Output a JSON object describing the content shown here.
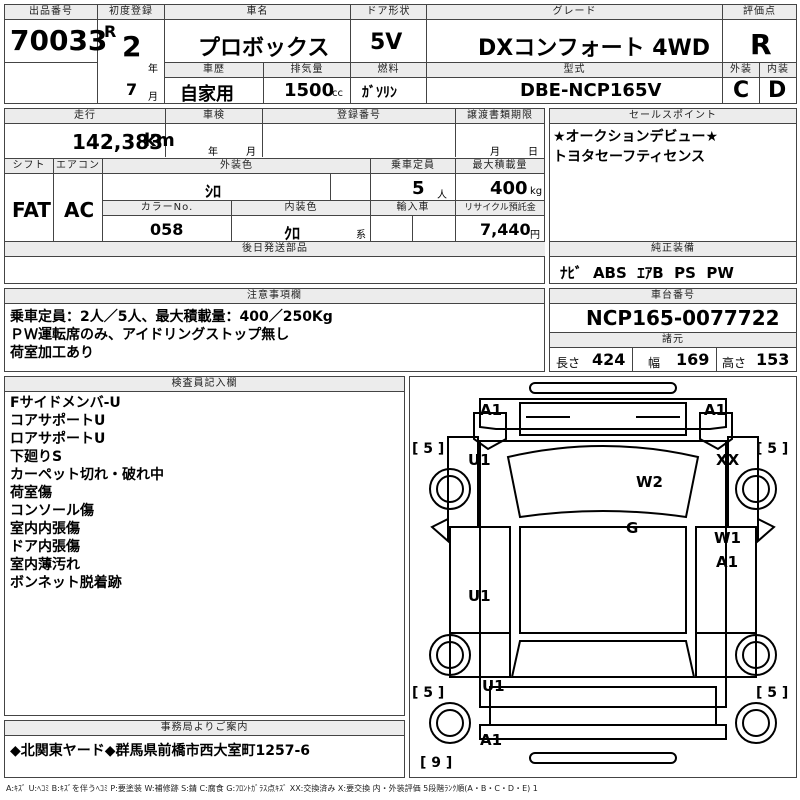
{
  "header": {
    "lot_label": "出品番号",
    "lot_no": "70033",
    "first_reg_label": "初度登録",
    "era": "R",
    "year_num": "2",
    "year_unit": "年",
    "month_num": "7",
    "month_unit": "月",
    "name_label": "車名",
    "car_name": "プロボックス",
    "door_label": "ドア形状",
    "door": "5V",
    "grade_label": "グレード",
    "grade": "DXコンフォート 4WD",
    "score_label": "評価点",
    "score": "R",
    "history_label": "車歴",
    "history": "自家用",
    "displacement_label": "排気量",
    "displacement": "1500",
    "displacement_unit": "cc",
    "fuel_label": "燃料",
    "fuel": "ｶﾞｿﾘﾝ",
    "model_label": "型式",
    "model": "DBE-NCP165V",
    "exterior_label": "外装",
    "exterior": "C",
    "interior_label": "内装",
    "interior": "D"
  },
  "row2": {
    "mileage_label": "走行",
    "mileage": "142,383",
    "mileage_unit": "km",
    "inspection_label": "車検",
    "insp_year_unit": "年",
    "insp_month_unit": "月",
    "plate_label": "登録番号",
    "transfer_label": "譲渡書類期限",
    "transfer_month_unit": "月",
    "transfer_day_unit": "日",
    "shift_label": "シフト",
    "shift": "FAT",
    "ac_label": "エアコン",
    "ac": "AC",
    "ext_color_label": "外装色",
    "ext_color": "ｼﾛ",
    "capacity_label": "乗車定員",
    "capacity": "5",
    "capacity_unit": "人",
    "load_label": "最大積載量",
    "load": "400",
    "load_unit": "kg",
    "color_no_label": "カラーNo.",
    "color_no": "058",
    "int_color_label": "内装色",
    "int_color": "ｸﾛ",
    "int_color_unit": "系",
    "import_label": "輸入車",
    "recycle_label": "リサイクル預託金",
    "recycle": "7,440",
    "recycle_unit": "円",
    "parts_label": "後日発送部品"
  },
  "sales_point": {
    "label": "セールスポイント",
    "lines": [
      "★オークションデビュー★",
      "トヨタセーフティセンス"
    ]
  },
  "equipment": {
    "label": "純正装備",
    "items": "ﾅﾋﾞ  ABS  ｴｱB  PS  PW"
  },
  "notes": {
    "label": "注意事項欄",
    "lines": [
      "乗車定員：2人／5人、最大積載量：400／250Kg",
      "ＰＷ運転席のみ、アイドリングストップ無し",
      "荷室加工あり"
    ]
  },
  "chassis": {
    "label": "車台番号",
    "number": "NCP165-0077722",
    "specs_label": "諸元",
    "length_label": "長さ",
    "length": "424",
    "width_label": "幅",
    "width": "169",
    "height_label": "高さ",
    "height": "153"
  },
  "inspector": {
    "label": "検査員記入欄",
    "lines": [
      "Fサイドメンバ-U",
      "コアサポートU",
      "ロアサポートU",
      "下廻りS",
      "カーペット切れ・破れ中",
      "荷室傷",
      "コンソール傷",
      "室内内張傷",
      "ドア内張傷",
      "室内薄汚れ",
      "ボンネット脱着跡"
    ]
  },
  "office": {
    "label": "事務局よりご案内",
    "text": "◆北関東ヤード◆群馬県前橋市西大室町1257-6"
  },
  "diagram": {
    "marks": {
      "a1_fl": "A1",
      "a1_fr": "A1",
      "u1_l": "U1",
      "xx_r": "XX",
      "w2": "W2",
      "g": "G",
      "w1": "W1",
      "a1_r": "A1",
      "u1_m": "U1",
      "u1_rl": "U1",
      "a1_b": "A1"
    },
    "tire_fl": "[ 5 ]",
    "tire_fr": "[ 5 ]",
    "tire_rl": "[ 5 ]",
    "tire_rr": "[ 5 ]",
    "spare": "[ 9 ]"
  },
  "legend": "A:ｷｽﾞ U:ﾍｺﾐ B:ｷｽﾞを伴うﾍｺﾐ P:要塗装 W:補修跡 S:錆 C:腐食 G:ﾌﾛﾝﾄｶﾞﾗｽ点ｷｽﾞ XX:交換済み X:要交換  内・外装評価 5段階ﾗﾝｸ順(A・B・C・D・E) 1"
}
